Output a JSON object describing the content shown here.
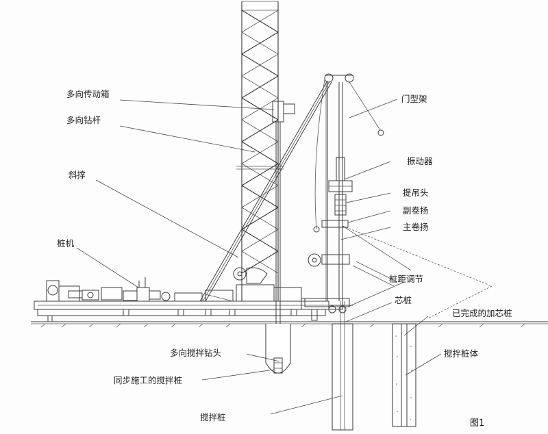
{
  "labels": {
    "gearbox": "多向传动箱",
    "drill_rod": "多向钻杆",
    "gantry": "门型架",
    "vibrator": "振动器",
    "brace": "斜撑",
    "lifting_head": "提吊头",
    "aux_winch": "副卷扬",
    "main_winch": "主卷扬",
    "pile_machine": "桩机",
    "pile_spacing": "桩距调节",
    "core_pile": "芯桩",
    "finished_core_pile": "已完成的加芯桩",
    "mixing_drill_head": "多向搅拌钻头",
    "mixing_pile_body": "搅拌桩体",
    "sync_mixing_pile": "同步施工的搅拌桩",
    "mixing_pile": "搅拌桩",
    "figure_number": "图1"
  },
  "colors": {
    "line": "#3a3a3a",
    "text": "#222222",
    "background": "#fdfdfd"
  }
}
